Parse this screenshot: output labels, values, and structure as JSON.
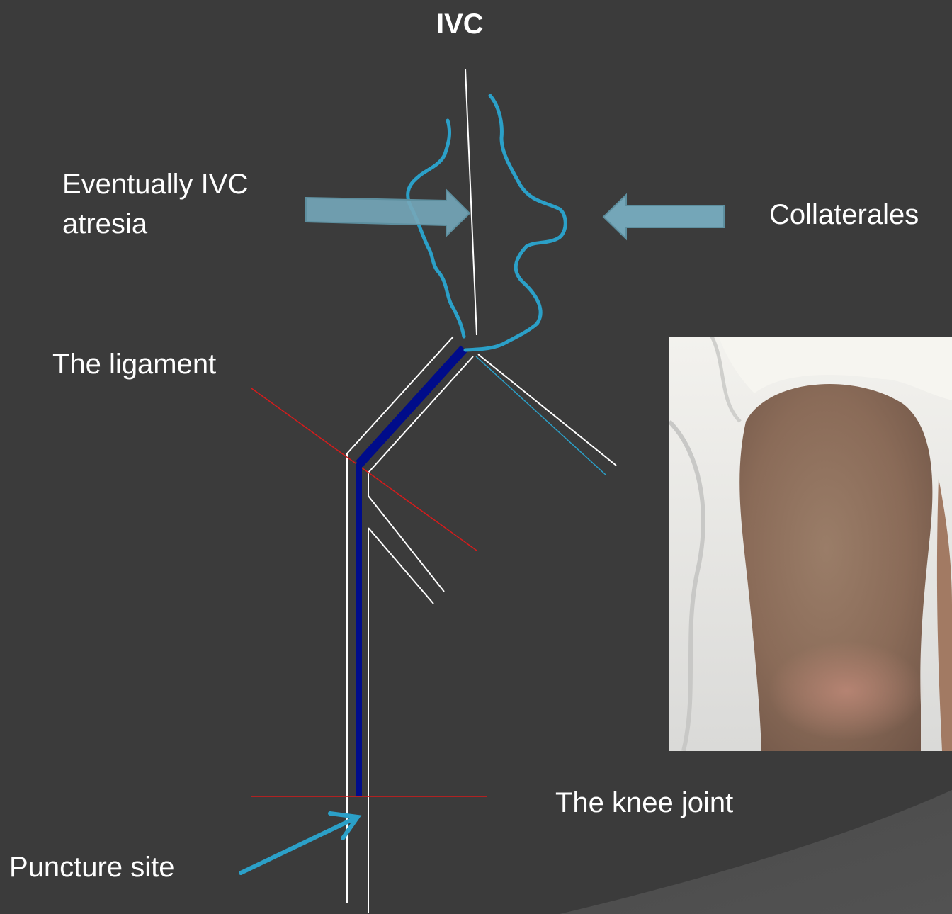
{
  "slide": {
    "background": "#3b3b3b"
  },
  "labels": {
    "ivc": "IVC",
    "eventually_line1": "Eventually IVC",
    "eventually_line2": "atresia",
    "collaterales": "Collaterales",
    "ligament": "The ligament",
    "knee_joint": "The knee joint",
    "puncture_site": "Puncture site"
  },
  "colors": {
    "vessel_outline": "#ffffff",
    "catheter": "#000c8a",
    "collateral": "#2ba0c8",
    "reference_line": "#d81b1b",
    "block_arrow": "#74a6b8",
    "block_arrow_edge": "#5e8f9f",
    "text": "#ffffff"
  },
  "photo": {
    "subject": "thigh-and-knee-photo"
  }
}
